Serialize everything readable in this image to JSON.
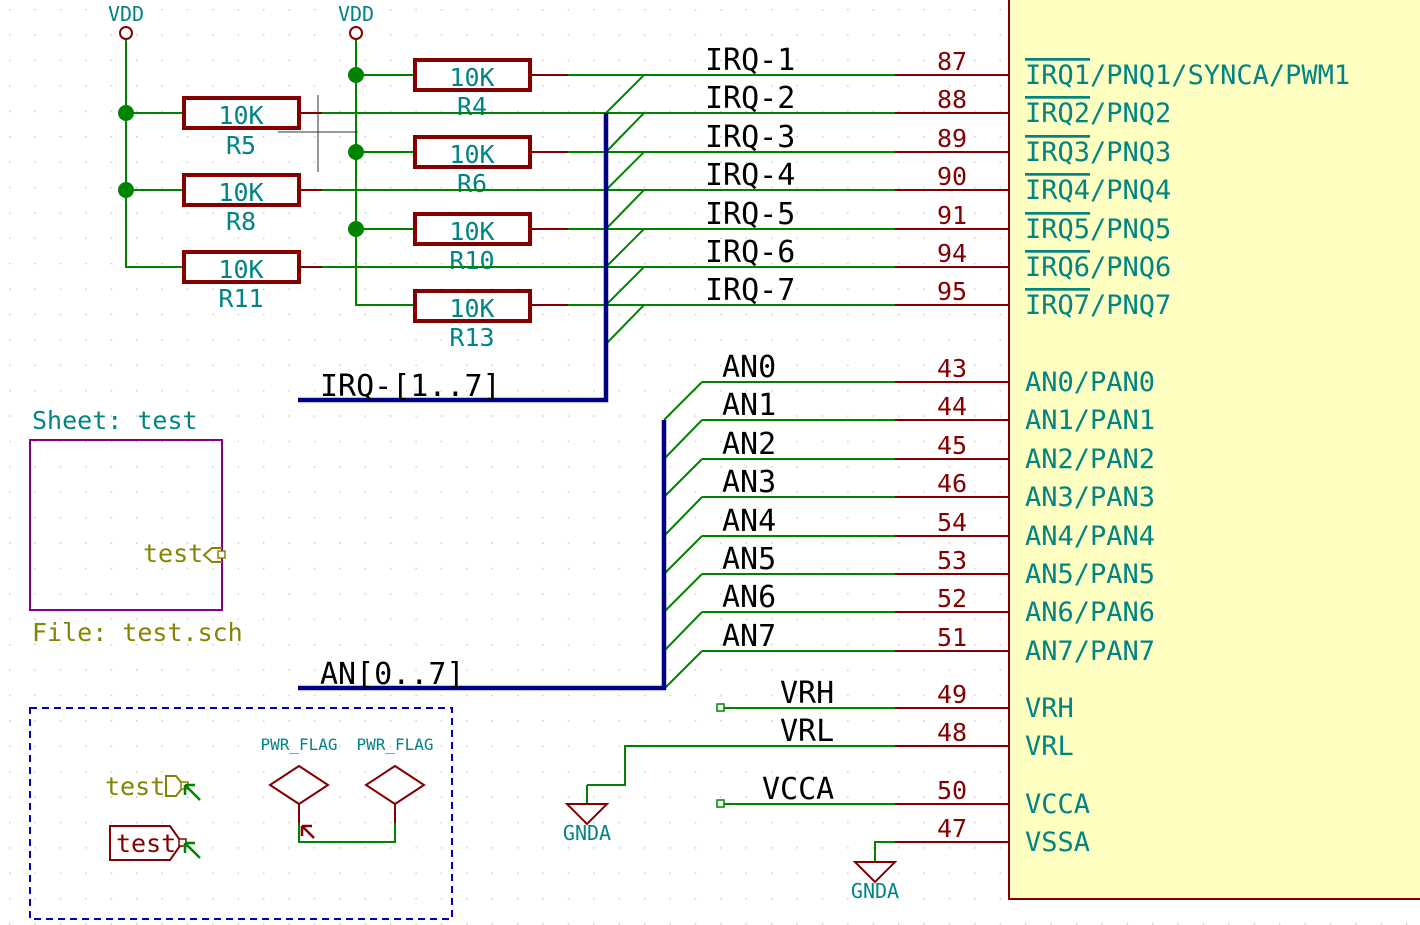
{
  "power": {
    "vdd_left": "VDD",
    "vdd_mid": "VDD",
    "gnda_left": "GNDA",
    "gnda_right": "GNDA",
    "pwr_flag_a": "PWR_FLAG",
    "pwr_flag_b": "PWR_FLAG"
  },
  "resistors": [
    {
      "ref": "R4",
      "value": "10K"
    },
    {
      "ref": "R5",
      "value": "10K"
    },
    {
      "ref": "R6",
      "value": "10K"
    },
    {
      "ref": "R8",
      "value": "10K"
    },
    {
      "ref": "R10",
      "value": "10K"
    },
    {
      "ref": "R11",
      "value": "10K"
    },
    {
      "ref": "R13",
      "value": "10K"
    }
  ],
  "irq_nets": [
    {
      "label": "IRQ-1",
      "pin": "87",
      "pin_name": "IRQ1",
      "suffix": "/PNQ1/SYNCA/PWM1"
    },
    {
      "label": "IRQ-2",
      "pin": "88",
      "pin_name": "IRQ2",
      "suffix": "/PNQ2"
    },
    {
      "label": "IRQ-3",
      "pin": "89",
      "pin_name": "IRQ3",
      "suffix": "/PNQ3"
    },
    {
      "label": "IRQ-4",
      "pin": "90",
      "pin_name": "IRQ4",
      "suffix": "/PNQ4"
    },
    {
      "label": "IRQ-5",
      "pin": "91",
      "pin_name": "IRQ5",
      "suffix": "/PNQ5"
    },
    {
      "label": "IRQ-6",
      "pin": "94",
      "pin_name": "IRQ6",
      "suffix": "/PNQ6"
    },
    {
      "label": "IRQ-7",
      "pin": "95",
      "pin_name": "IRQ7",
      "suffix": "/PNQ7"
    }
  ],
  "an_nets": [
    {
      "label": "AN0",
      "pin": "43",
      "pin_name": "AN0/PAN0"
    },
    {
      "label": "AN1",
      "pin": "44",
      "pin_name": "AN1/PAN1"
    },
    {
      "label": "AN2",
      "pin": "45",
      "pin_name": "AN2/PAN2"
    },
    {
      "label": "AN3",
      "pin": "46",
      "pin_name": "AN3/PAN3"
    },
    {
      "label": "AN4",
      "pin": "54",
      "pin_name": "AN4/PAN4"
    },
    {
      "label": "AN5",
      "pin": "53",
      "pin_name": "AN5/PAN5"
    },
    {
      "label": "AN6",
      "pin": "52",
      "pin_name": "AN6/PAN6"
    },
    {
      "label": "AN7",
      "pin": "51",
      "pin_name": "AN7/PAN7"
    }
  ],
  "ref_pins": [
    {
      "label": "VRH",
      "pin": "49",
      "pin_name": "VRH"
    },
    {
      "label": "VRL",
      "pin": "48",
      "pin_name": "VRL"
    },
    {
      "label": "VCCA",
      "pin": "50",
      "pin_name": "VCCA"
    },
    {
      "label": "",
      "pin": "47",
      "pin_name": "VSSA"
    }
  ],
  "buses": {
    "irq": "IRQ-[1..7]",
    "an": "AN[0..7]"
  },
  "sheet": {
    "name": "Sheet: test",
    "file": "File: test.sch",
    "pin": "test"
  },
  "labels": {
    "global": "test",
    "hier": "test"
  }
}
